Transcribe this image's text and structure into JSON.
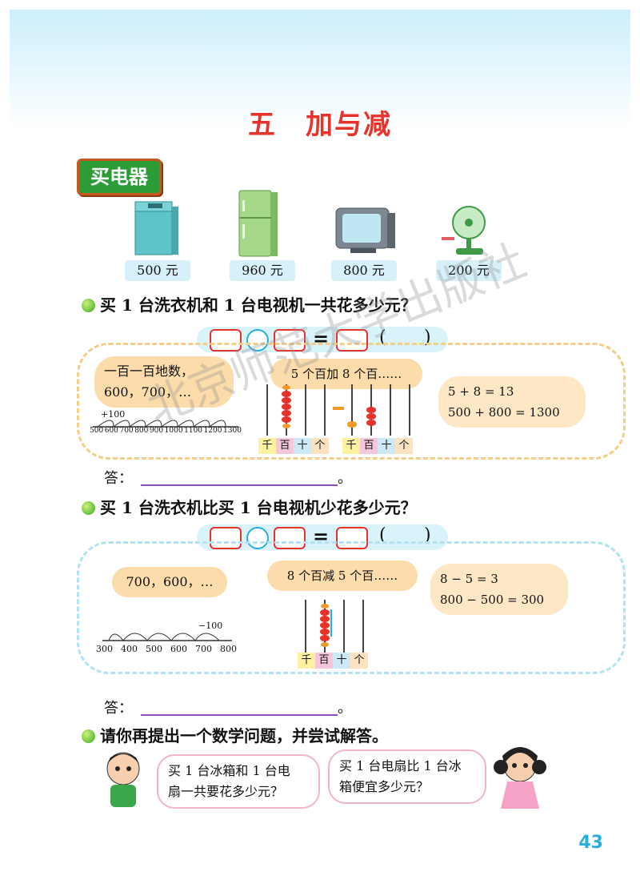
{
  "page_title": "五　加与减",
  "section_tag": "买电器",
  "appliances": [
    {
      "name": "washing-machine",
      "price": "500 元"
    },
    {
      "name": "refrigerator",
      "price": "960 元"
    },
    {
      "name": "television",
      "price": "800 元"
    },
    {
      "name": "electric-fan",
      "price": "200 元"
    }
  ],
  "q1": {
    "question": "买 1 台洗衣机和 1 台电视机一共花多少元？",
    "cloud1": [
      "一百一百地数，",
      "600，700，…"
    ],
    "step_label": "+100",
    "number_line": [
      "500",
      "600",
      "700",
      "800",
      "900",
      "1000",
      "1100",
      "1200",
      "1300"
    ],
    "cloud2": "5 个百加 8 个百……",
    "abacus_places": [
      "千",
      "百",
      "十",
      "个"
    ],
    "calc": [
      "5 + 8 = 13",
      "500 + 800 = 1300"
    ],
    "answer_label": "答："
  },
  "q2": {
    "question": "买 1 台洗衣机比买 1 台电视机少花多少元？",
    "cloud1": "700，600，…",
    "step_label": "−100",
    "number_line": [
      "300",
      "400",
      "500",
      "600",
      "700",
      "800"
    ],
    "cloud2": "8 个百减 5 个百……",
    "abacus_places": [
      "千",
      "百",
      "十",
      "个"
    ],
    "calc": [
      "8 − 5 = 3",
      "800 − 500 = 300"
    ],
    "answer_label": "答："
  },
  "q3": {
    "question": "请你再提出一个数学问题，并尝试解答。",
    "boy_bubble": [
      "买 1 台冰箱和 1 台电",
      "扇一共要花多少元？"
    ],
    "girl_bubble": [
      "买 1 台电扇比 1 台冰",
      "箱便宜多少元？"
    ]
  },
  "equation_end_punct": "。",
  "watermark": "北京师范大学出版社",
  "page_number": "43"
}
